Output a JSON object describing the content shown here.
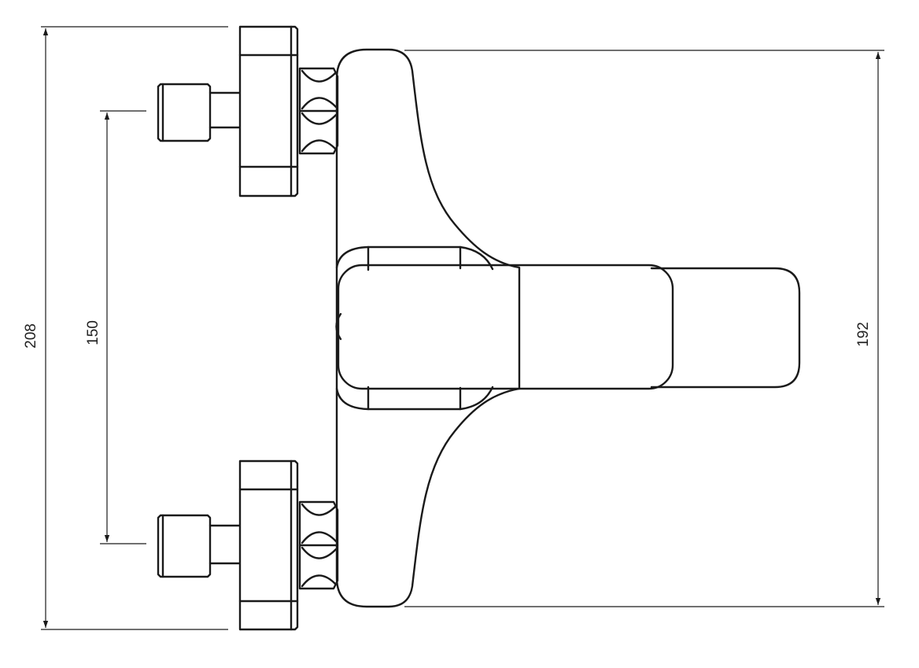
{
  "dimensions": {
    "overall_height": "208",
    "inlet_spacing": "150",
    "body_height": "192"
  },
  "colors": {
    "line": "#1a1a1a",
    "background": "#ffffff"
  }
}
